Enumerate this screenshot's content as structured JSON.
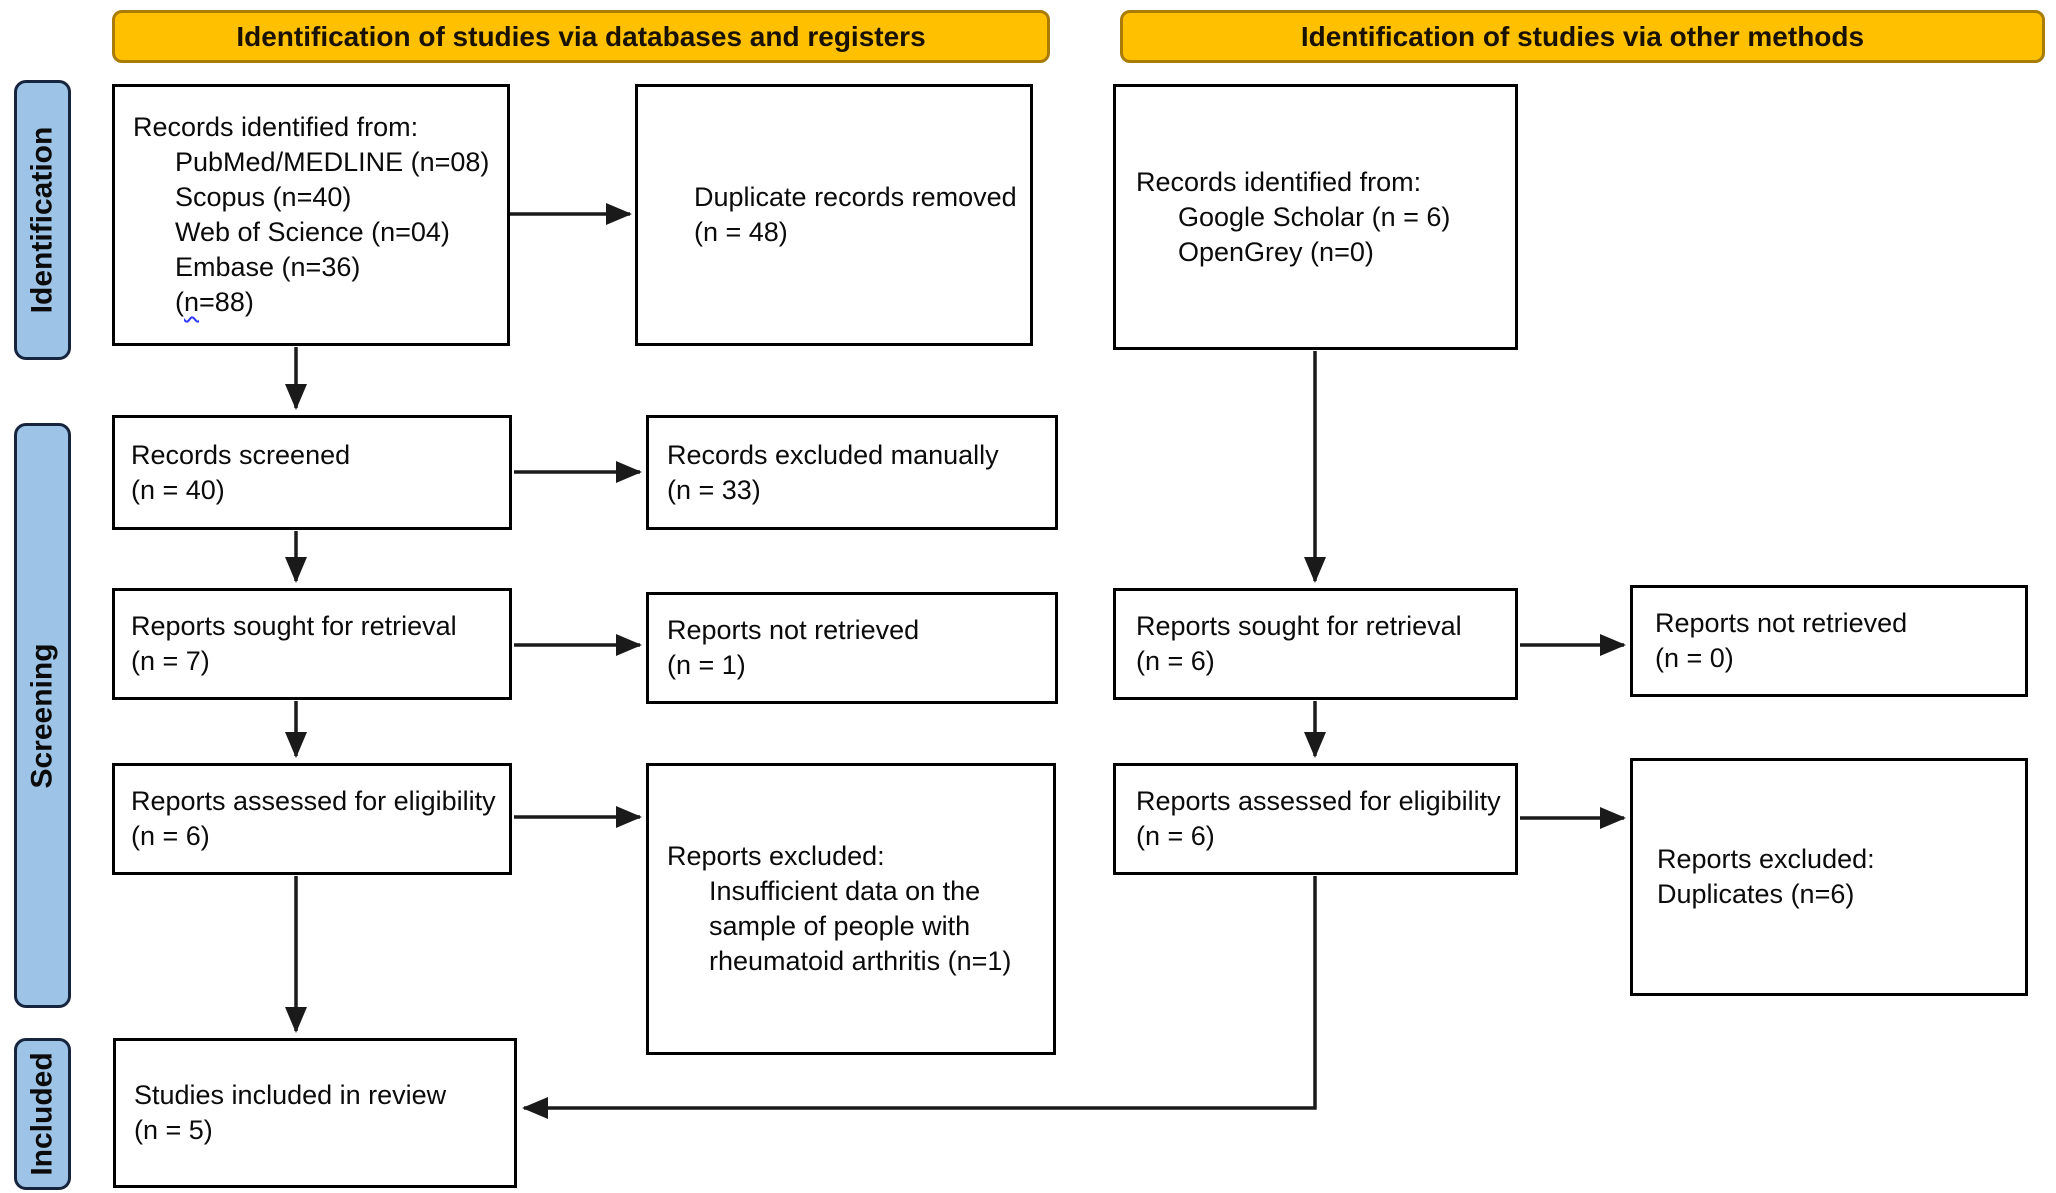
{
  "banners": [
    {
      "label": "Identification of studies via databases and registers"
    },
    {
      "label": "Identification of studies via other methods"
    }
  ],
  "side_labels": [
    {
      "label": "Identification"
    },
    {
      "label": "Screening"
    },
    {
      "label": "Included"
    }
  ],
  "boxes": {
    "db_identified": {
      "lines": [
        "Records identified from:",
        "PubMed/MEDLINE (n=08)",
        "Scopus (n=40)",
        "Web of Science (n=04)",
        "Embase (n=36)"
      ],
      "n88": {
        "prefix": "(",
        "n": "n",
        "suffix": "=88)"
      }
    },
    "dup_removed": {
      "lines": [
        "Duplicate records removed",
        "(n = 48)"
      ]
    },
    "other_identified": {
      "lines": [
        "Records identified from:",
        "Google Scholar (n = 6)",
        "OpenGrey (n=0)"
      ]
    },
    "screened": {
      "lines": [
        "Records screened",
        "(n = 40)"
      ]
    },
    "excl_manual": {
      "lines": [
        "Records excluded manually",
        "(n = 33)"
      ]
    },
    "sought_left": {
      "lines": [
        "Reports sought for retrieval",
        "(n = 7)"
      ]
    },
    "not_retrieved_left": {
      "lines": [
        "Reports not retrieved",
        "(n = 1)"
      ]
    },
    "assessed_left": {
      "lines": [
        "Reports assessed for eligibility",
        "(n = 6)"
      ]
    },
    "excl_insufficient": {
      "lines": [
        "Reports excluded:",
        "Insufficient data on the",
        "sample of people with",
        "rheumatoid arthritis (n=1)"
      ]
    },
    "sought_right": {
      "lines": [
        "Reports sought for retrieval",
        "(n = 6)"
      ]
    },
    "not_retrieved_right": {
      "lines": [
        "Reports not retrieved",
        "(n = 0)"
      ]
    },
    "assessed_right": {
      "lines": [
        "Reports assessed for eligibility",
        "(n = 6)"
      ]
    },
    "excl_duplicates": {
      "lines": [
        "Reports excluded:",
        "Duplicates (n=6)"
      ]
    },
    "included": {
      "lines": [
        "Studies included in review",
        "(n = 5)"
      ]
    }
  },
  "colors": {
    "banner_fill": "#FFC000",
    "banner_border": "#A97B07",
    "label_fill": "#9DC3E6",
    "label_border": "#16243D",
    "box_border": "#000000",
    "arrow": "#1A1A1A",
    "squiggle": "#2E3BFF"
  }
}
